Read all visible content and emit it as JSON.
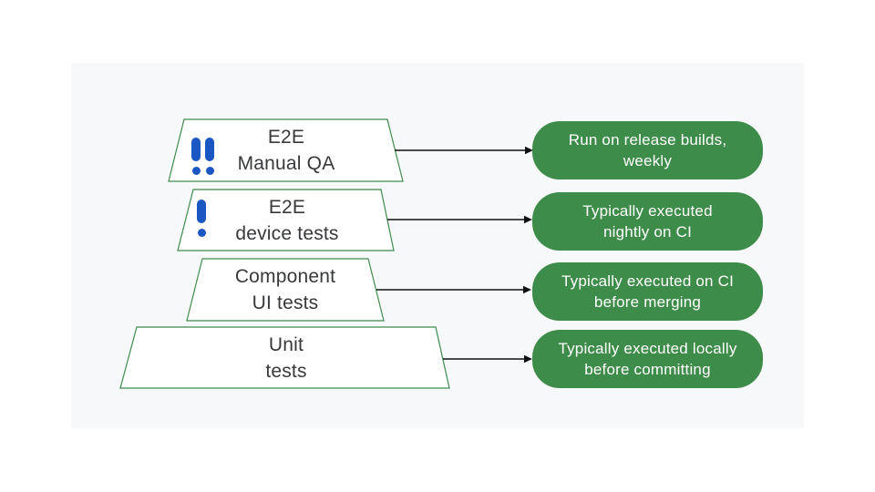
{
  "colors": {
    "page_background": "#ffffff",
    "panel_background": "#f6f8fa",
    "shape_fill": "#ffffff",
    "shape_stroke": "#3f8a4c",
    "badge_background": "#3e8c49",
    "badge_text": "#ffffff",
    "label_text": "#37393b",
    "arrow": "#111111",
    "priority_icon_blue": "#1b57c3"
  },
  "diagram": {
    "type": "test-pyramid",
    "layers": [
      {
        "id": "e2e-manual-qa",
        "label_line1": "E2E",
        "label_line2": "Manual QA",
        "icon": "double-exclamation-icon",
        "note_line1": "Run on release builds,",
        "note_line2": "weekly"
      },
      {
        "id": "e2e-device-tests",
        "label_line1": "E2E",
        "label_line2": "device tests",
        "icon": "exclamation-icon",
        "note_line1": "Typically executed",
        "note_line2": "nightly on CI"
      },
      {
        "id": "component-ui-tests",
        "label_line1": "Component",
        "label_line2": "UI tests",
        "note_line1": "Typically executed on CI",
        "note_line2": "before merging"
      },
      {
        "id": "unit-tests",
        "label_line1": "Unit",
        "label_line2": "tests",
        "note_line1": "Typically executed locally",
        "note_line2": "before committing"
      }
    ]
  }
}
